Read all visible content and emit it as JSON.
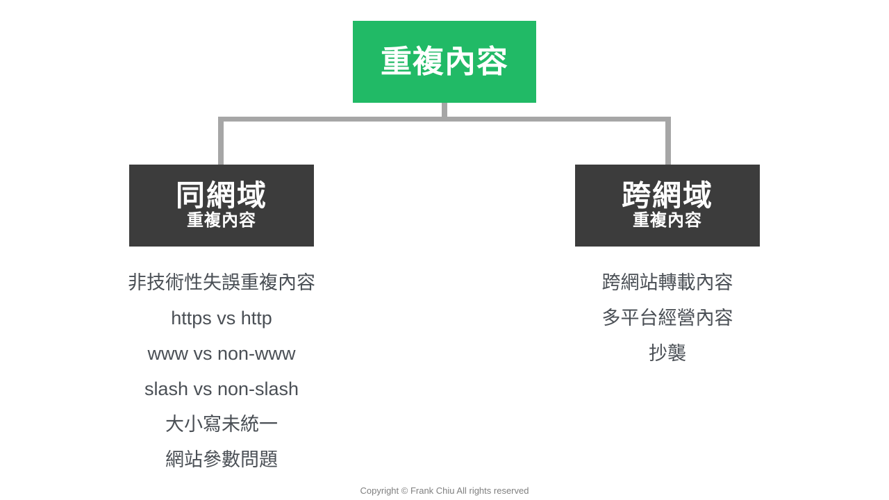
{
  "diagram": {
    "type": "hierarchy-tree",
    "root": {
      "title": "重複內容",
      "color": "#21ba66",
      "text_color": "#ffffff"
    },
    "branches": [
      {
        "id": "same-domain",
        "title": "同網域",
        "subtitle": "重複內容",
        "color": "#3c3c3c",
        "text_color": "#ffffff",
        "items": [
          "非技術性失誤重複內容",
          "https vs http",
          "www vs non-www",
          "slash vs non-slash",
          "大小寫未統一",
          "網站參數問題"
        ]
      },
      {
        "id": "cross-domain",
        "title": "跨網域",
        "subtitle": "重複內容",
        "color": "#3c3c3c",
        "text_color": "#ffffff",
        "items": [
          "跨網站轉載內容",
          "多平台經營內容",
          "抄襲"
        ]
      }
    ],
    "connector_color": "#a6a6a6",
    "item_text_color": "#4a4f55"
  },
  "footer": {
    "copyright": "Copyright © Frank Chiu All rights reserved"
  }
}
